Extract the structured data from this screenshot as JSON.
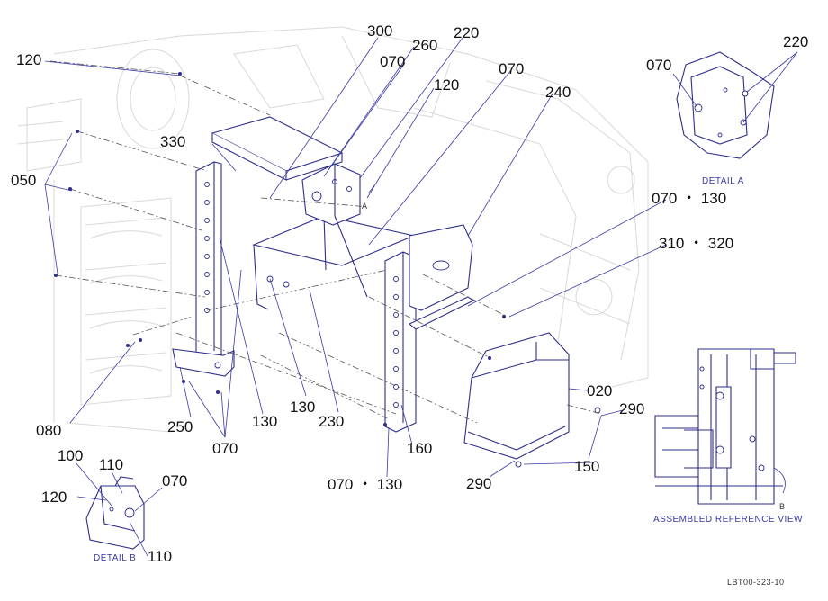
{
  "callouts": {
    "c120_top": "120",
    "c300": "300",
    "c260": "260",
    "c220_top": "220",
    "c070_top": "070",
    "c120_mid": "120",
    "c070_mid": "070",
    "c240": "240",
    "c330": "330",
    "c050": "050",
    "c070_130_right": "070 ・ 130",
    "c310_320": "310 ・ 320",
    "c020": "020",
    "c290_right": "290",
    "c150": "150",
    "c290_bottom": "290",
    "c160": "160",
    "c070_130_bottom": "070 ・ 130",
    "c230": "230",
    "c130_center": "130",
    "c130_left": "130",
    "c070_left": "070",
    "c250": "250",
    "c080": "080",
    "detailA_070": "070",
    "detailA_220": "220",
    "detailB_100": "100",
    "detailB_110_top": "110",
    "detailB_070": "070",
    "detailB_120": "120",
    "detailB_110_bottom": "110"
  },
  "view_markers": {
    "a": "A",
    "b": "B"
  },
  "captions": {
    "detail_a": "DETAIL  A",
    "detail_b": "DETAIL  B",
    "assembled": "ASSEMBLED REFERENCE VIEW"
  },
  "drawing_code": "LBT00-323-10",
  "colors": {
    "line": "#2e2e8c",
    "caption": "#3a3aa8",
    "ghost": "#d8d8d8",
    "text": "#111111"
  }
}
